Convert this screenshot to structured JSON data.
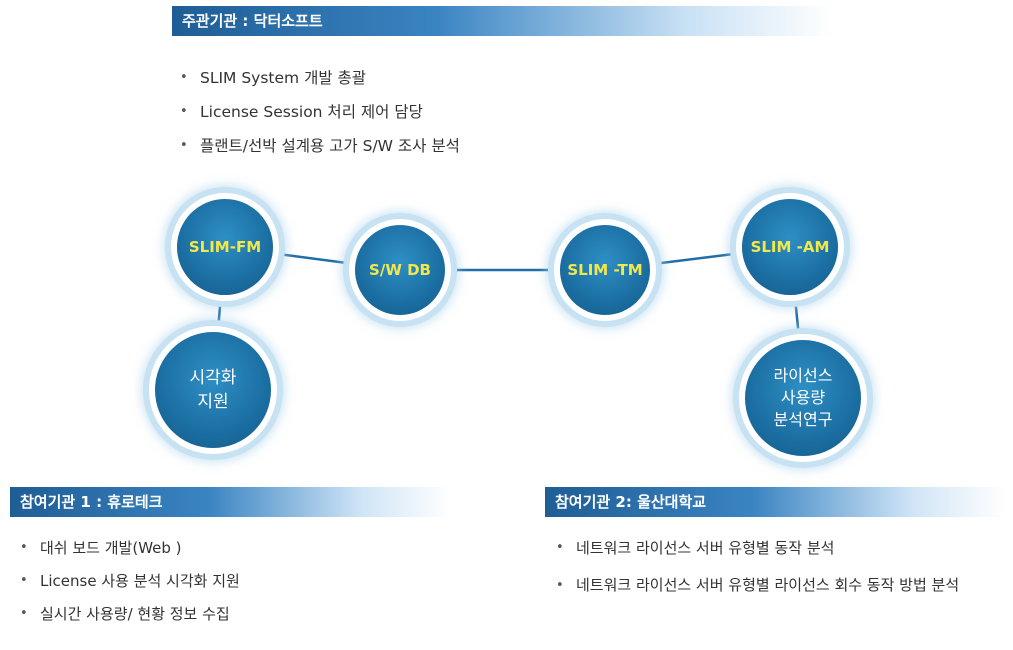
{
  "main_org": {
    "title": "주관기관 : 닥터소프트",
    "tasks": [
      "SLIM System 개발 총괄",
      "License Session 처리 제어 담당",
      "플랜트/선박 설계용 고가 S/W 조사 분석"
    ]
  },
  "nodes": {
    "slim_fm": "SLIM-FM",
    "sw_db": "S/W DB",
    "slim_tm": "SLIM -TM",
    "slim_am": "SLIM -AM",
    "visual_line1": "시각화",
    "visual_line2": "지원",
    "license_line1": "라이선스",
    "license_line2": "사용량",
    "license_line3": "분석연구"
  },
  "partner1": {
    "title": "참여기관 1 :  휴로테크",
    "tasks": [
      "대쉬 보드 개발(Web )",
      "License 사용 분석 시각화 지원",
      "실시간 사용량/ 현황 정보 수집"
    ]
  },
  "partner2": {
    "title": "참여기관 2: 울산대학교",
    "tasks": [
      "네트워크 라이선스 서버 유형별 동작 분석",
      "네트워크 라이선스 서버 유형별 라이선스 회수 동작 방법 분석"
    ]
  },
  "colors": {
    "banner": "#1f5d95",
    "node": "#1b6ea2",
    "node_label": "#f3e84a"
  }
}
